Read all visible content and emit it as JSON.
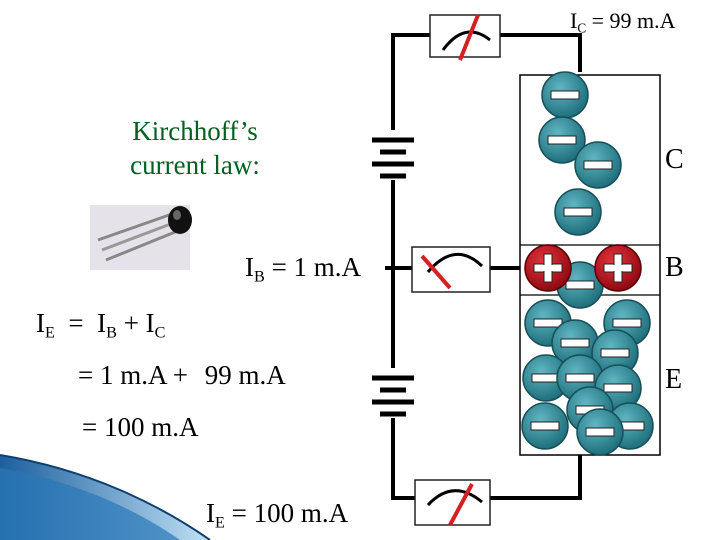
{
  "title": {
    "line1": "Kirchhoff’s",
    "line2": "current law:"
  },
  "currents": {
    "ic": {
      "symbol": "I",
      "sub": "C",
      "value": "= 99 m.A"
    },
    "ib": {
      "symbol": "I",
      "sub": "B",
      "value": "= 1 m.A"
    },
    "ie": {
      "symbol": "I",
      "sub": "E",
      "value": "= 100 m.A"
    }
  },
  "equation": {
    "line1": {
      "i1": "I",
      "s1": "E",
      "eq": "=",
      "i2": "I",
      "s2": "B",
      "plus": "+",
      "i3": "I",
      "s3": "C"
    },
    "line2": {
      "left": "= 1 m.A +",
      "right": "99 m.A"
    },
    "line3": "= 100 m.A"
  },
  "regions": {
    "collector": "C",
    "base": "B",
    "emitter": "E"
  },
  "colors": {
    "electron": "#2e8b99",
    "hole": "#c0101a",
    "wire": "#000000",
    "needle": "#d42020",
    "ribbon": "#4a90c8"
  },
  "icons": {
    "electron": "minus-icon",
    "hole": "plus-icon",
    "meter": "ammeter-icon",
    "battery": "battery-icon",
    "transistor": "transistor-photo"
  }
}
